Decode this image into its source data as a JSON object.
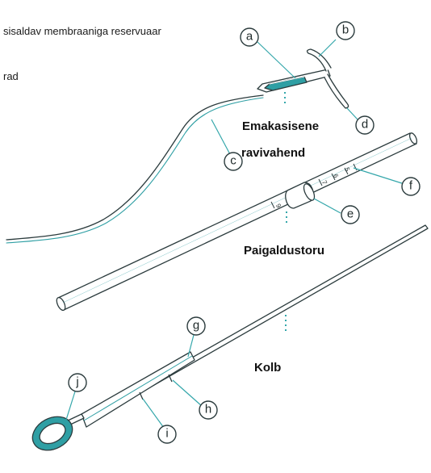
{
  "captions": {
    "line1": "sisaldav membraaniga reservuaar",
    "line2": "rad"
  },
  "labels": {
    "iud_line1": "Emakasisene",
    "iud_line2": "ravivahend",
    "inserter": "Paigaldustoru",
    "plunger": "Kolb"
  },
  "callouts": {
    "a": "a",
    "b": "b",
    "c": "c",
    "d": "d",
    "e": "e",
    "f": "f",
    "g": "g",
    "h": "h",
    "i": "i",
    "j": "j"
  },
  "tube_marks": [
    "5",
    "6",
    "7",
    "8",
    "9"
  ],
  "colors": {
    "outline": "#2b3b3d",
    "accent": "#2f9fa4",
    "leader": "#35a7ab",
    "badge_fill": "#ffffff",
    "background": "#ffffff"
  }
}
